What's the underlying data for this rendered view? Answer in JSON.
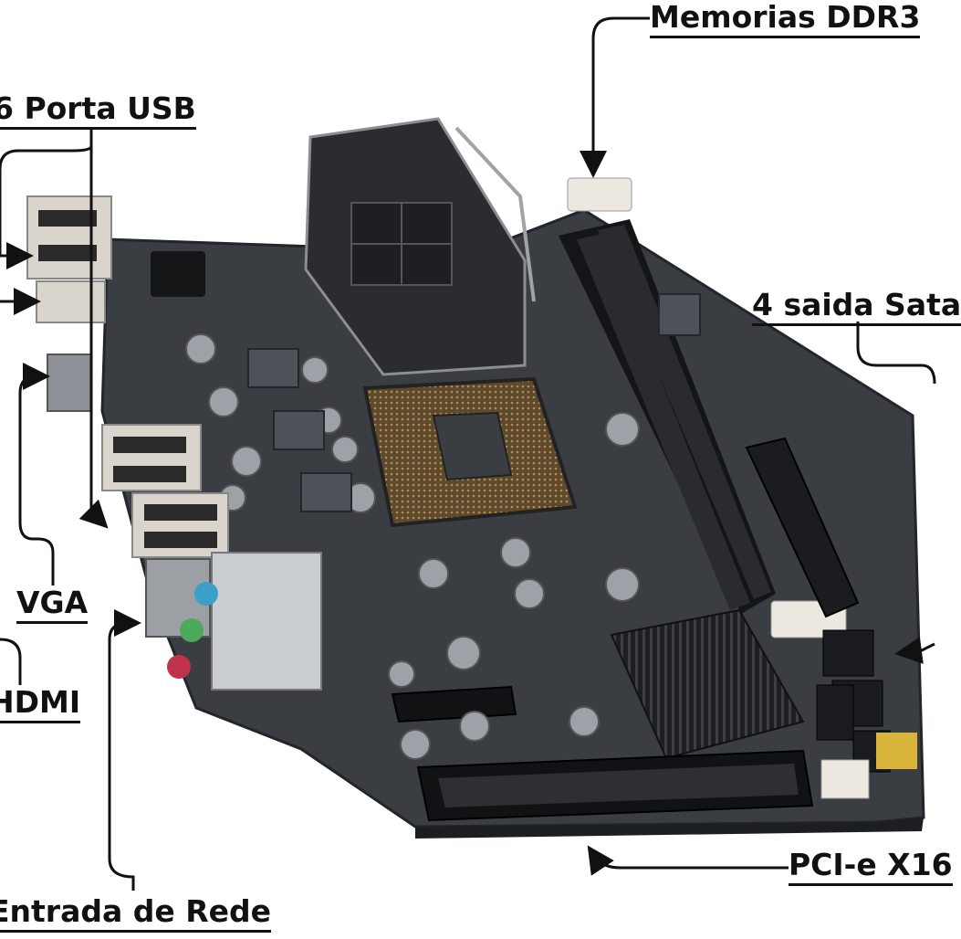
{
  "labels": {
    "memory": "Memorias DDR3",
    "usb": "6 Porta USB",
    "sata": "4 saida Sata",
    "vga": "VGA",
    "hdmi": "HDMI",
    "network": "Entrada de Rede",
    "pcie": "PCI-e X16"
  },
  "colors": {
    "board": "#3a3d42",
    "background": "#ffffff",
    "callout": "#111111"
  }
}
